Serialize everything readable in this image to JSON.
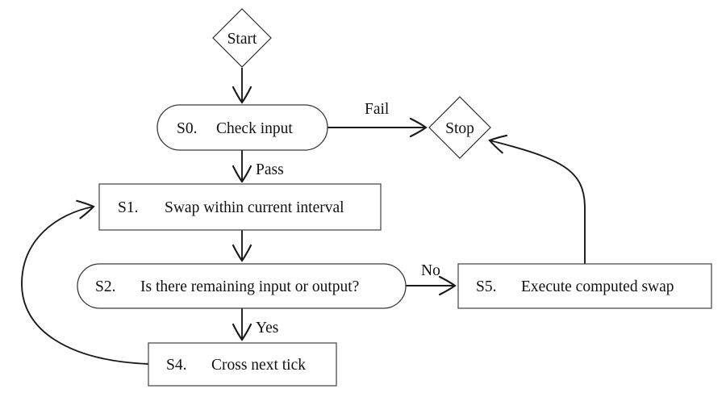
{
  "diagram": {
    "kind": "flowchart",
    "nodes": {
      "start": {
        "label": "Start",
        "shape": "diamond"
      },
      "stop": {
        "label": "Stop",
        "shape": "diamond"
      },
      "s0": {
        "id": "S0.",
        "label": "Check input",
        "shape": "rounded"
      },
      "s1": {
        "id": "S1.",
        "label": "Swap within current interval",
        "shape": "rect"
      },
      "s2": {
        "id": "S2.",
        "label": "Is there remaining input or output?",
        "shape": "rounded"
      },
      "s4": {
        "id": "S4.",
        "label": "Cross next tick",
        "shape": "rect"
      },
      "s5": {
        "id": "S5.",
        "label": "Execute computed swap",
        "shape": "rect"
      }
    },
    "edge_labels": {
      "fail": "Fail",
      "pass": "Pass",
      "no": "No",
      "yes": "Yes"
    },
    "colors": {
      "background": "#ffffff",
      "arrow_stroke": "#1a1a1a",
      "box_stroke": "#4f4f4f",
      "pill_stroke": "#3a3a3a",
      "diamond_stroke": "#2a2a2a",
      "text": "#111111"
    }
  }
}
